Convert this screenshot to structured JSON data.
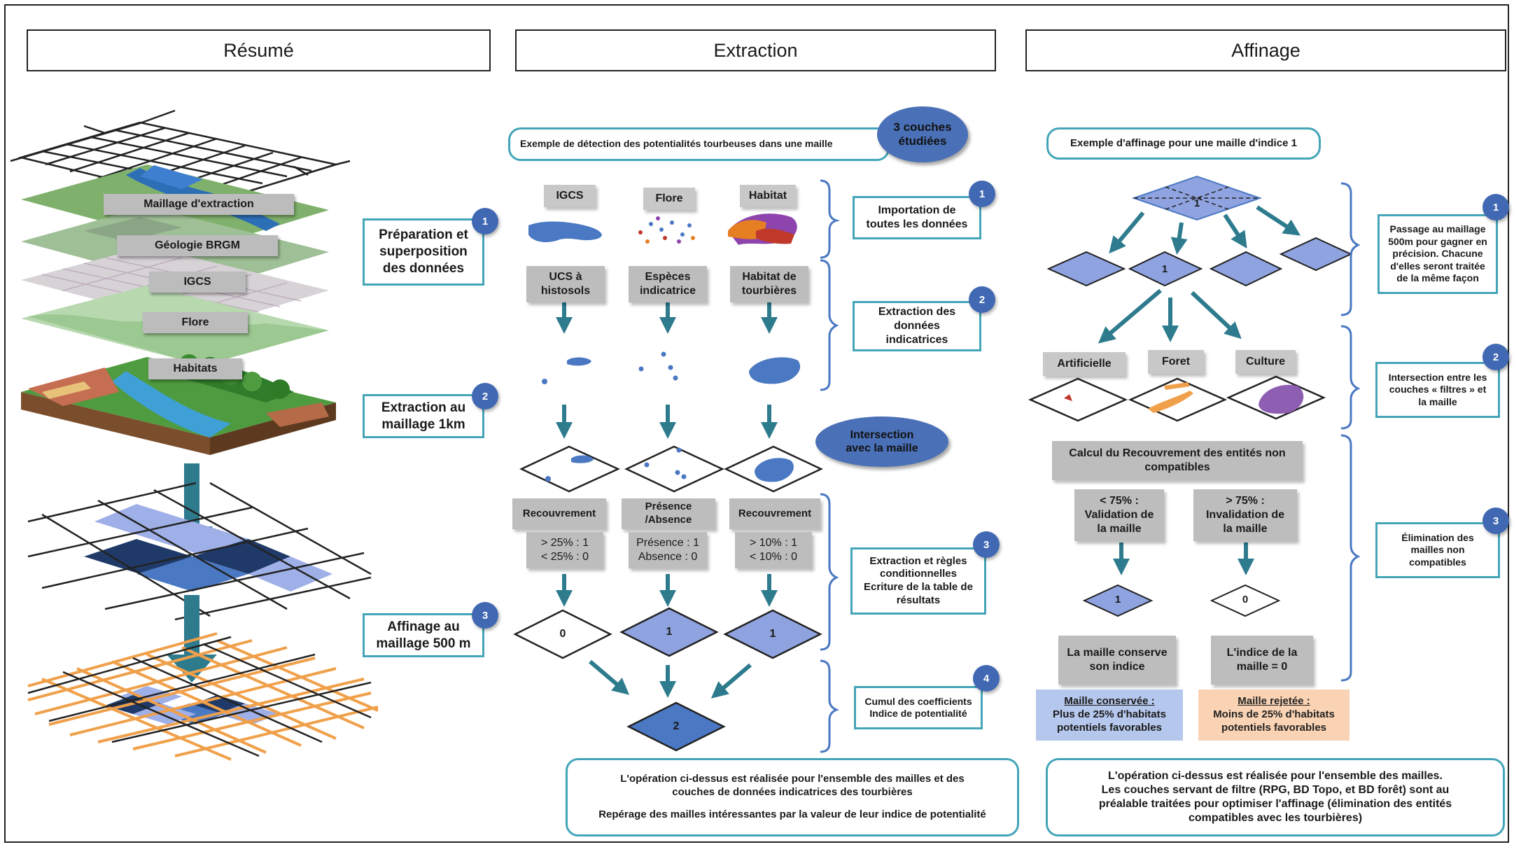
{
  "headers": {
    "resume": "Résumé",
    "extraction": "Extraction",
    "affinage": "Affinage"
  },
  "resume": {
    "layers": [
      "Maillage d'extraction",
      "Géologie BRGM",
      "IGCS",
      "Flore",
      "Habitats"
    ],
    "steps": [
      {
        "num": "1",
        "text": "Préparation et\nsuperposition\ndes données"
      },
      {
        "num": "2",
        "text": "Extraction au\nmaillage 1km"
      },
      {
        "num": "3",
        "text": "Affinage au\nmaillage 500 m"
      }
    ]
  },
  "extraction": {
    "example_title": "Exemple de détection des potentialités tourbeuses dans une maille",
    "couches_badge": "3 couches\nétudiées",
    "sources": [
      "IGCS",
      "Flore",
      "Habitat"
    ],
    "indicators": [
      "UCS à\nhistosols",
      "Espèces\nindicatrice",
      "Habitat de\ntourbières"
    ],
    "intersection": "Intersection\navec la maille",
    "criteria": [
      "Recouvrement",
      "Présence\n/Absence",
      "Recouvrement"
    ],
    "rules": [
      "> 25% : 1\n< 25% : 0",
      "Présence : 1\nAbsence : 0",
      "> 10% : 1\n< 10% : 0"
    ],
    "results": [
      "0",
      "1",
      "1"
    ],
    "cumul": "2",
    "steps": [
      {
        "num": "1",
        "text": "Importation de\ntoutes les données"
      },
      {
        "num": "2",
        "text": "Extraction des\ndonnées\nindicatrices"
      },
      {
        "num": "3",
        "text": "Extraction et règles\nconditionnelles\nEcriture de la table de\nrésultats"
      },
      {
        "num": "4",
        "text": "Cumul des coefficients\nIndice de potentialité"
      }
    ],
    "footer_line1": "L'opération ci-dessus est réalisée pour l'ensemble des mailles et des\ncouches de données indicatrices des tourbières",
    "footer_line2": "Repérage des mailles intéressantes par la valeur de leur indice de potentialité"
  },
  "affinage": {
    "example_title": "Exemple d'affinage pour une maille d'indice 1",
    "top_cell": "1",
    "mid_cell": "1",
    "filters": [
      "Artificielle",
      "Foret",
      "Culture"
    ],
    "calc_title": "Calcul du Recouvrement des entités non\ncompatibles",
    "below75": "< 75% :\nValidation de\nla maille",
    "above75": "> 75% :\nInvalidation de\nla maille",
    "result_valid": "1",
    "result_invalid": "0",
    "keep_text": "La maille conserve\nson indice",
    "reset_text": "L'indice de la\nmaille = 0",
    "kept_title": "Maille conservée :",
    "kept_body": "Plus de 25% d'habitats\npotentiels favorables",
    "rejected_title": "Maille rejetée :",
    "rejected_body": "Moins de 25% d'habitats\npotentiels favorables",
    "steps": [
      {
        "num": "1",
        "text": "Passage au maillage\n500m pour gagner en\nprécision.  Chacune\nd'elles seront traitée\nde la même façon"
      },
      {
        "num": "2",
        "text": "Intersection entre les\ncouches « filtres » et\nla maille"
      },
      {
        "num": "3",
        "text": "Élimination des\nmailles non\ncompatibles"
      }
    ],
    "footer": "L'opération ci-dessus est réalisée pour l'ensemble des mailles.\nLes couches servant de filtre (RPG, BD Topo, et BD forêt) sont au\npréalable traitées pour optimiser l'affinage (élimination des entités\ncompatibles avec les tourbières)"
  },
  "colors": {
    "teal": "#44a5b8",
    "blue_dark": "#1e3a5f",
    "blue_mid": "#4a78c2",
    "blue_light": "#8fa3e0",
    "orange": "#f0a04a",
    "arrow": "#2e7b8e"
  }
}
